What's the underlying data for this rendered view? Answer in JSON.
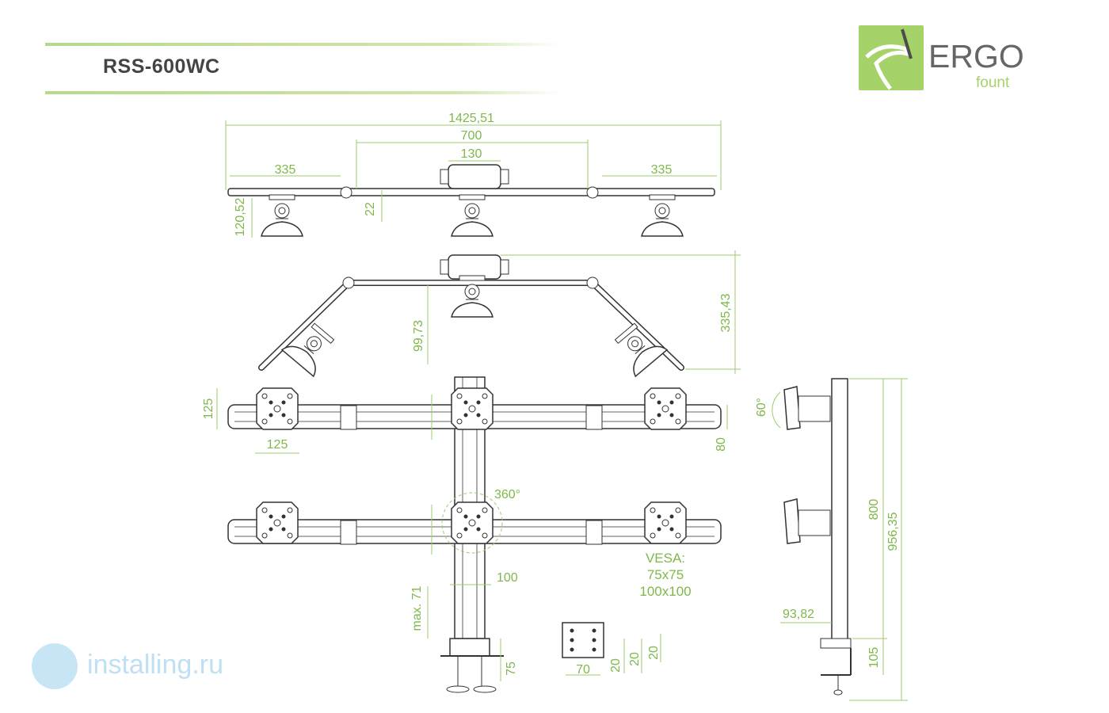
{
  "title": "RSS-600WC",
  "logo": {
    "word": "ERGO",
    "sub": "fount"
  },
  "dimensions": {
    "total_width": "1425,51",
    "center_span": "700",
    "center_plate": "130",
    "left_arm": "335",
    "right_arm": "335",
    "head_height": "120,52",
    "offset": "22",
    "curved_depth": "335,43",
    "curved_offset": "99,73",
    "plate_height": "125",
    "plate_width": "125",
    "bar_height": "80",
    "rotation": "360°",
    "pole_width": "100",
    "clamp_max": "max. 71",
    "clamp_base": "75",
    "plate_w": "70",
    "plate_d1": "20",
    "plate_d2": "20",
    "plate_d3": "20",
    "tilt": "60°",
    "pole_height": "800",
    "total_height": "956,35",
    "clamp_depth": "93,82",
    "clamp_height": "105"
  },
  "vesa": {
    "label": "VESA:",
    "size1": "75x75",
    "size2": "100x100"
  },
  "watermark": {
    "text": "installing.ru"
  },
  "colors": {
    "accent": "#7eb84a",
    "logo_green": "#a6d26a",
    "line": "#3a3a3a",
    "watermark": "#bfe0f3"
  }
}
